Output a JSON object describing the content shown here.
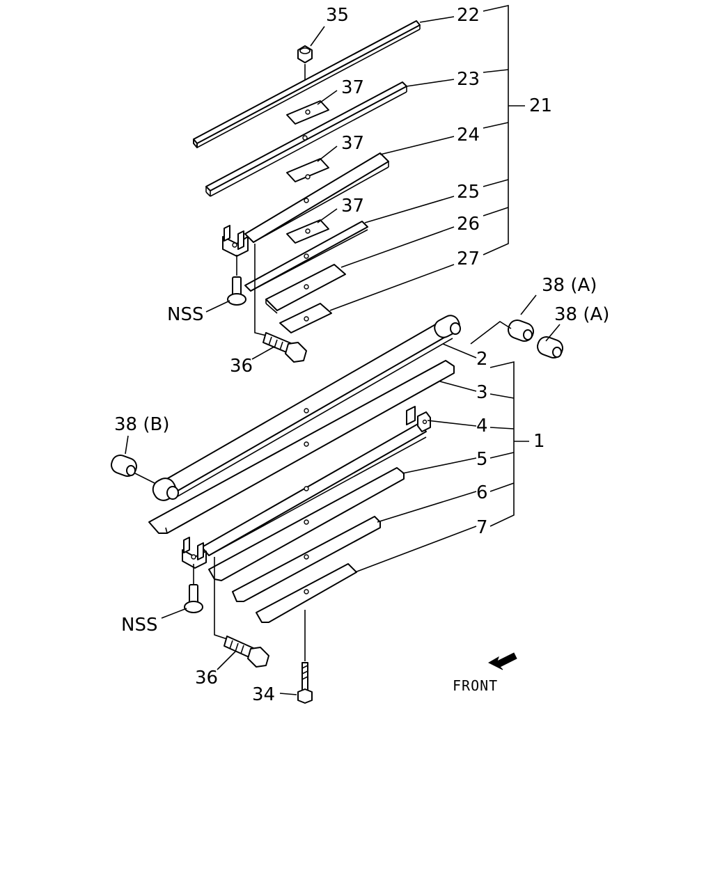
{
  "labels": {
    "p35": "35",
    "p22": "22",
    "p23": "23",
    "p24": "24",
    "p25": "25",
    "p26": "26",
    "p27": "27",
    "p21": "21",
    "p37a": "37",
    "p37b": "37",
    "p37c": "37",
    "p38a1": "38 (A)",
    "p38a2": "38 (A)",
    "p38b": "38 (B)",
    "nss_top": "NSS",
    "p36_top": "36",
    "p2": "2",
    "p3": "3",
    "p4": "4",
    "p5": "5",
    "p6": "6",
    "p7": "7",
    "p1": "1",
    "nss_bottom": "NSS",
    "p36_bottom": "36",
    "p34": "34"
  },
  "front_label": "FRONT",
  "colors": {
    "line": "#000000",
    "background": "#ffffff"
  }
}
